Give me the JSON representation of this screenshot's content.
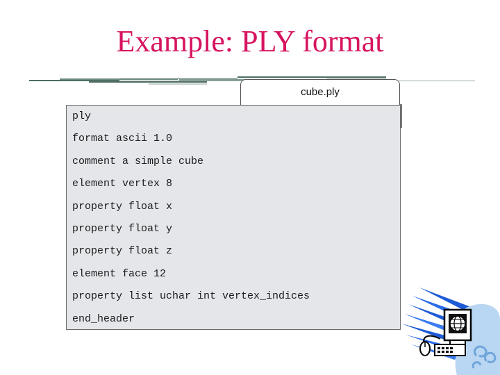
{
  "slide": {
    "title": "Example: PLY format"
  },
  "file_tab": {
    "label": "cube.ply"
  },
  "code_lines": [
    "ply",
    "format ascii 1.0",
    "comment a simple cube",
    "element vertex 8",
    "property float x",
    "property float y",
    "property float z",
    "element face 12",
    "property list uchar int vertex_indices",
    "end_header"
  ],
  "colors": {
    "title": "#d6145f",
    "code_background": "#e4e6ea",
    "rule_dark": "#4e6e66",
    "rule_mid": "#7f9a92",
    "rule_light": "#c5cfcc"
  },
  "clipart": {
    "icon": "computer-globe-clipart"
  }
}
